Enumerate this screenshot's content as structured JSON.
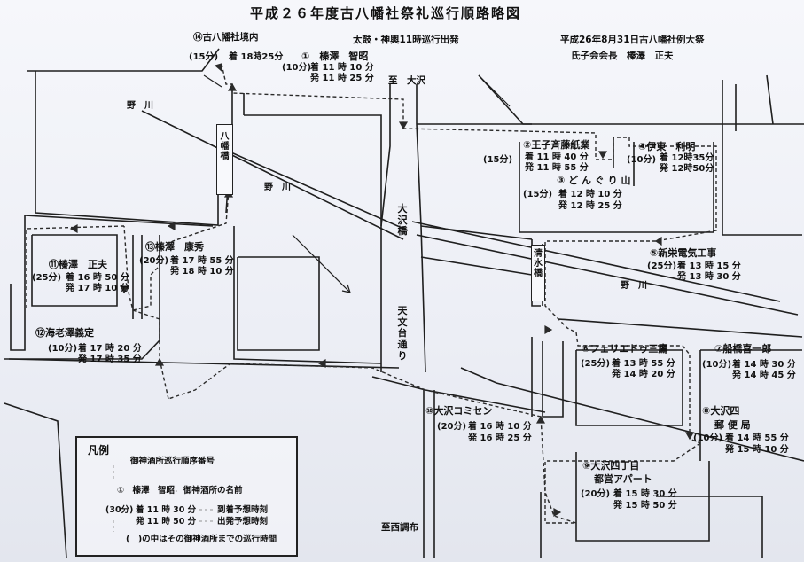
{
  "title": "平成２６年度古八幡社祭礼巡行順路略図",
  "header": {
    "departure": "太鼓・神輿11時巡行出発",
    "event": "平成26年8月31日古八幡社例大祭",
    "organizer": "氏子会会長　榛澤　正夫",
    "to_osawa": "至　大沢",
    "to_chofu": "至西調布"
  },
  "places": {
    "shrine_grounds": "⑭古八幡社境内",
    "nogawa_1": "野　川",
    "nogawa_2": "野　川",
    "nogawa_3": "野　川",
    "hachiman_bridge": "八\n幡\n橋",
    "osawa_bridge": "大\n沢\n橋",
    "tenmondai": "天\n文\n台\n通\nり",
    "shimizu_bridge": "清\n水\n橋"
  },
  "stations": {
    "s1": {
      "name": "①　榛澤　智昭",
      "duration": "(10分)",
      "arrive": "着 11 時 10 分",
      "depart": "発 11 時 25 分"
    },
    "s2": {
      "name": "②王子斉藤紙業",
      "duration": "(15分)",
      "arrive": "着 11 時 40 分",
      "depart": "発 11 時 55 分"
    },
    "s3": {
      "name": "③ ど ん ぐ り 山",
      "duration": "(15分)",
      "arrive": "着 12 時 10 分",
      "depart": "発 12 時 25 分"
    },
    "s4": {
      "name": "④伊東　利明",
      "duration": "(10分)",
      "arrive": "着 12時35分",
      "depart": "発 12時50分"
    },
    "s5": {
      "name": "⑤新栄電気工事",
      "duration": "(25分)",
      "arrive": "着 13 時 15 分",
      "depart": "発 13 時 30 分"
    },
    "s6": {
      "name": "⑥フェリエドゥ三鷹",
      "duration": "(25分)",
      "arrive": "着 13 時 55 分",
      "depart": "発 14 時 20 分"
    },
    "s7": {
      "name": "⑦船橋喜一郎",
      "duration": "(10分)",
      "arrive": "着 14 時 30 分",
      "depart": "発 14 時 45 分"
    },
    "s8": {
      "name": "⑧大沢四",
      "name2": "郵 便 局",
      "duration": "(10分)",
      "arrive": "着 14 時 55 分",
      "depart": "発 15 時 10 分"
    },
    "s9": {
      "name": "⑨大沢四丁目",
      "name2": "都営アパート",
      "duration": "(20分)",
      "arrive": "着 15 時 30 分",
      "depart": "発 15 時 50 分"
    },
    "s10": {
      "name": "⑩大沢コミセン",
      "duration": "(20分)",
      "arrive": "着 16 時 10 分",
      "depart": "発 16 時 25 分"
    },
    "s11": {
      "name": "⑪榛澤　正夫",
      "duration": "(25分)",
      "arrive": "着 16 時 50 分",
      "depart": "発 17 時 10 分"
    },
    "s12": {
      "name": "⑫海老澤義定",
      "duration": "(10分)",
      "arrive": "着 17 時 20 分",
      "depart": "発 17 時 35 分"
    },
    "s13": {
      "name": "⑬榛澤　康秀",
      "duration": "(20分)",
      "arrive": "着 17 時 55 分",
      "depart": "発 18 時 10 分"
    },
    "s14": {
      "duration": "(15分)",
      "arrive": "着 18時25分"
    }
  },
  "legend": {
    "title": "凡例",
    "item_number": "御神酒所巡行順序番号",
    "example_name": "①　榛澤　智昭",
    "item_name": "御神酒所の名前",
    "example_duration": "(30分)",
    "example_arrive": "着 11 時 30 分",
    "example_depart": "発 11 時 50 分",
    "item_arrive": "到着予想時刻",
    "item_depart": "出発予想時刻",
    "item_paren": "(　)の中はその御神酒所までの巡行時間"
  },
  "colors": {
    "line": "#1f1f1f",
    "route": "#2a2a2a",
    "paper": "#f1f3f8"
  }
}
